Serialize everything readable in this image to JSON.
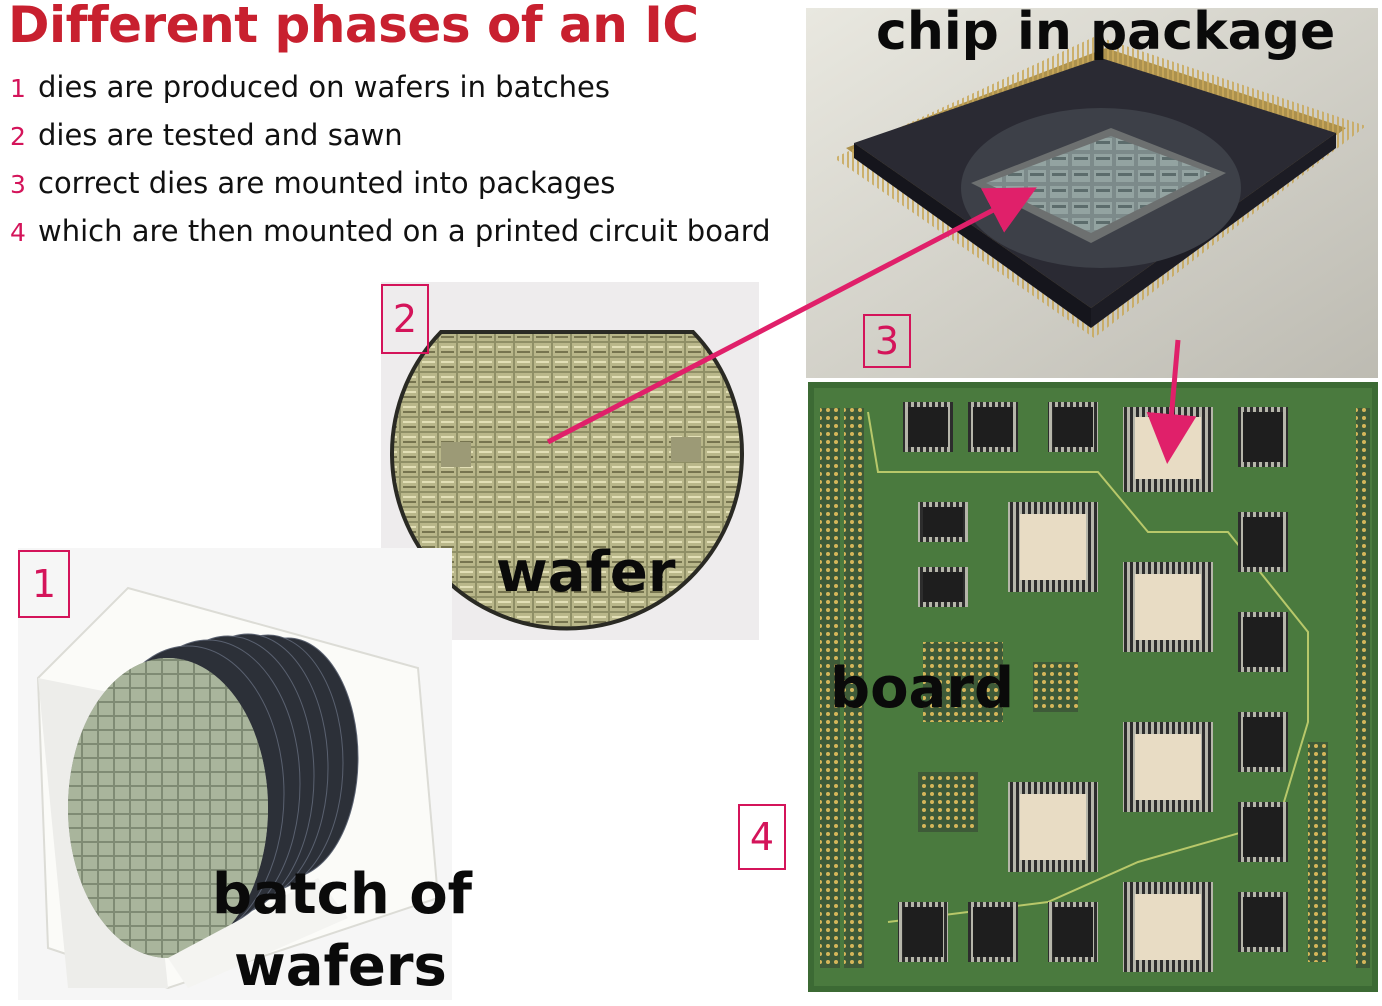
{
  "title": "Different phases of an IC",
  "steps": [
    {
      "num": "1",
      "text": "dies are produced on wafers in batches"
    },
    {
      "num": "2",
      "text": "dies are tested and sawn"
    },
    {
      "num": "3",
      "text": "correct dies are mounted into packages"
    },
    {
      "num": "4",
      "text": "which are then mounted on a printed circuit board"
    }
  ],
  "photos": {
    "batch": {
      "caption_line1": "batch of",
      "caption_line2": "wafers",
      "number": "1"
    },
    "wafer": {
      "caption": "wafer",
      "number": "2"
    },
    "package": {
      "caption": "chip in package",
      "number": "3"
    },
    "board": {
      "caption": "board",
      "number": "4"
    }
  },
  "colors": {
    "title": "#c8202f",
    "accent": "#d4145a",
    "arrow": "#e0206a"
  }
}
